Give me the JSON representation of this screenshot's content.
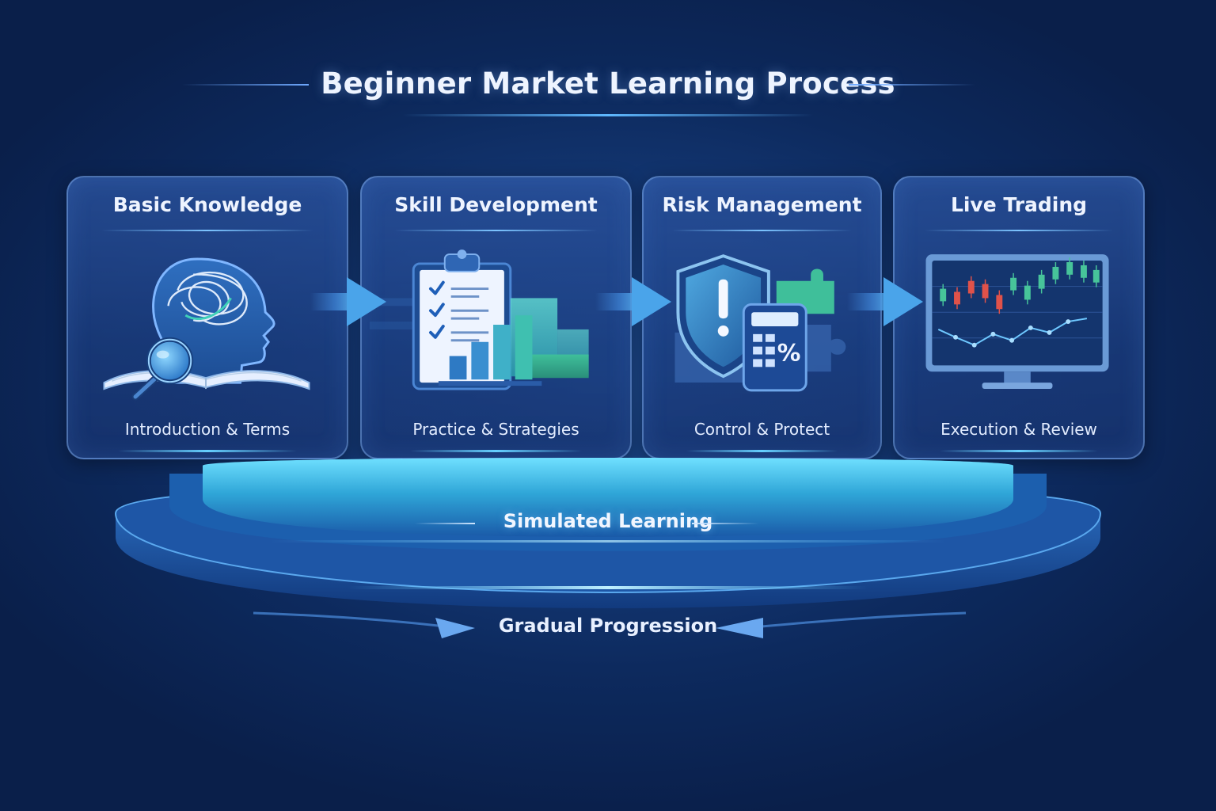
{
  "title": "Beginner Market Learning Process",
  "cards": [
    {
      "title": "Basic Knowledge",
      "subtitle": "Introduction & Terms",
      "icon": "head-book-magnifier-icon"
    },
    {
      "title": "Skill Development",
      "subtitle": "Practice & Strategies",
      "icon": "checklist-bar-chart-icon"
    },
    {
      "title": "Risk Management",
      "subtitle": "Control & Protect",
      "icon": "shield-calculator-puzzle-icon"
    },
    {
      "title": "Live Trading",
      "subtitle": "Execution & Review",
      "icon": "candlestick-monitor-icon"
    }
  ],
  "platform": {
    "label": "Simulated Learning"
  },
  "progression": {
    "label": "Gradual Progression"
  },
  "colors": {
    "background": "#0d2a5e",
    "accent_cyan": "#5fd0ff",
    "accent_green": "#3fbf9a",
    "candle_red": "#e0524a",
    "candle_green": "#47c49a"
  }
}
